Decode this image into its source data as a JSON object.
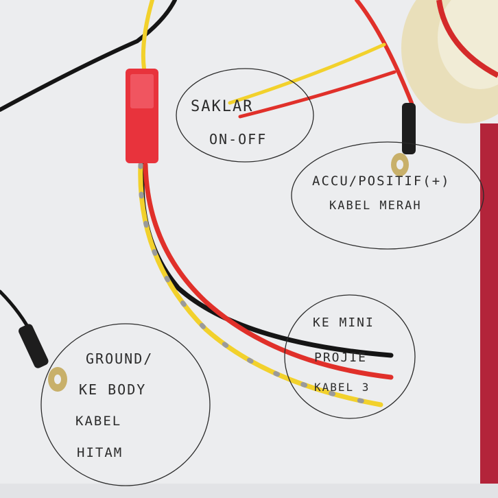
{
  "labels": {
    "switch_line1": "SAKLAR",
    "switch_line2": "ON-OFF",
    "accu_line1": "ACCU/POSITIF(+)",
    "accu_line2": "KABEL MERAH",
    "mini_line1": "KE MINI",
    "mini_line2": "PROJIE",
    "mini_line3": "KABEL 3",
    "ground_line1": "GROUND/",
    "ground_line2": "KE BODY",
    "ground_line3": "KABEL",
    "ground_line4": "HITAM"
  },
  "colors": {
    "paper": "#ecedef",
    "wire_black": "#151515",
    "wire_red": "#e0302a",
    "wire_yellow": "#f2d12c",
    "connector_red": "#e8333c",
    "ink": "#2b2b2b",
    "tape": "#e9dcb0",
    "fabric_red": "#b3243a"
  }
}
